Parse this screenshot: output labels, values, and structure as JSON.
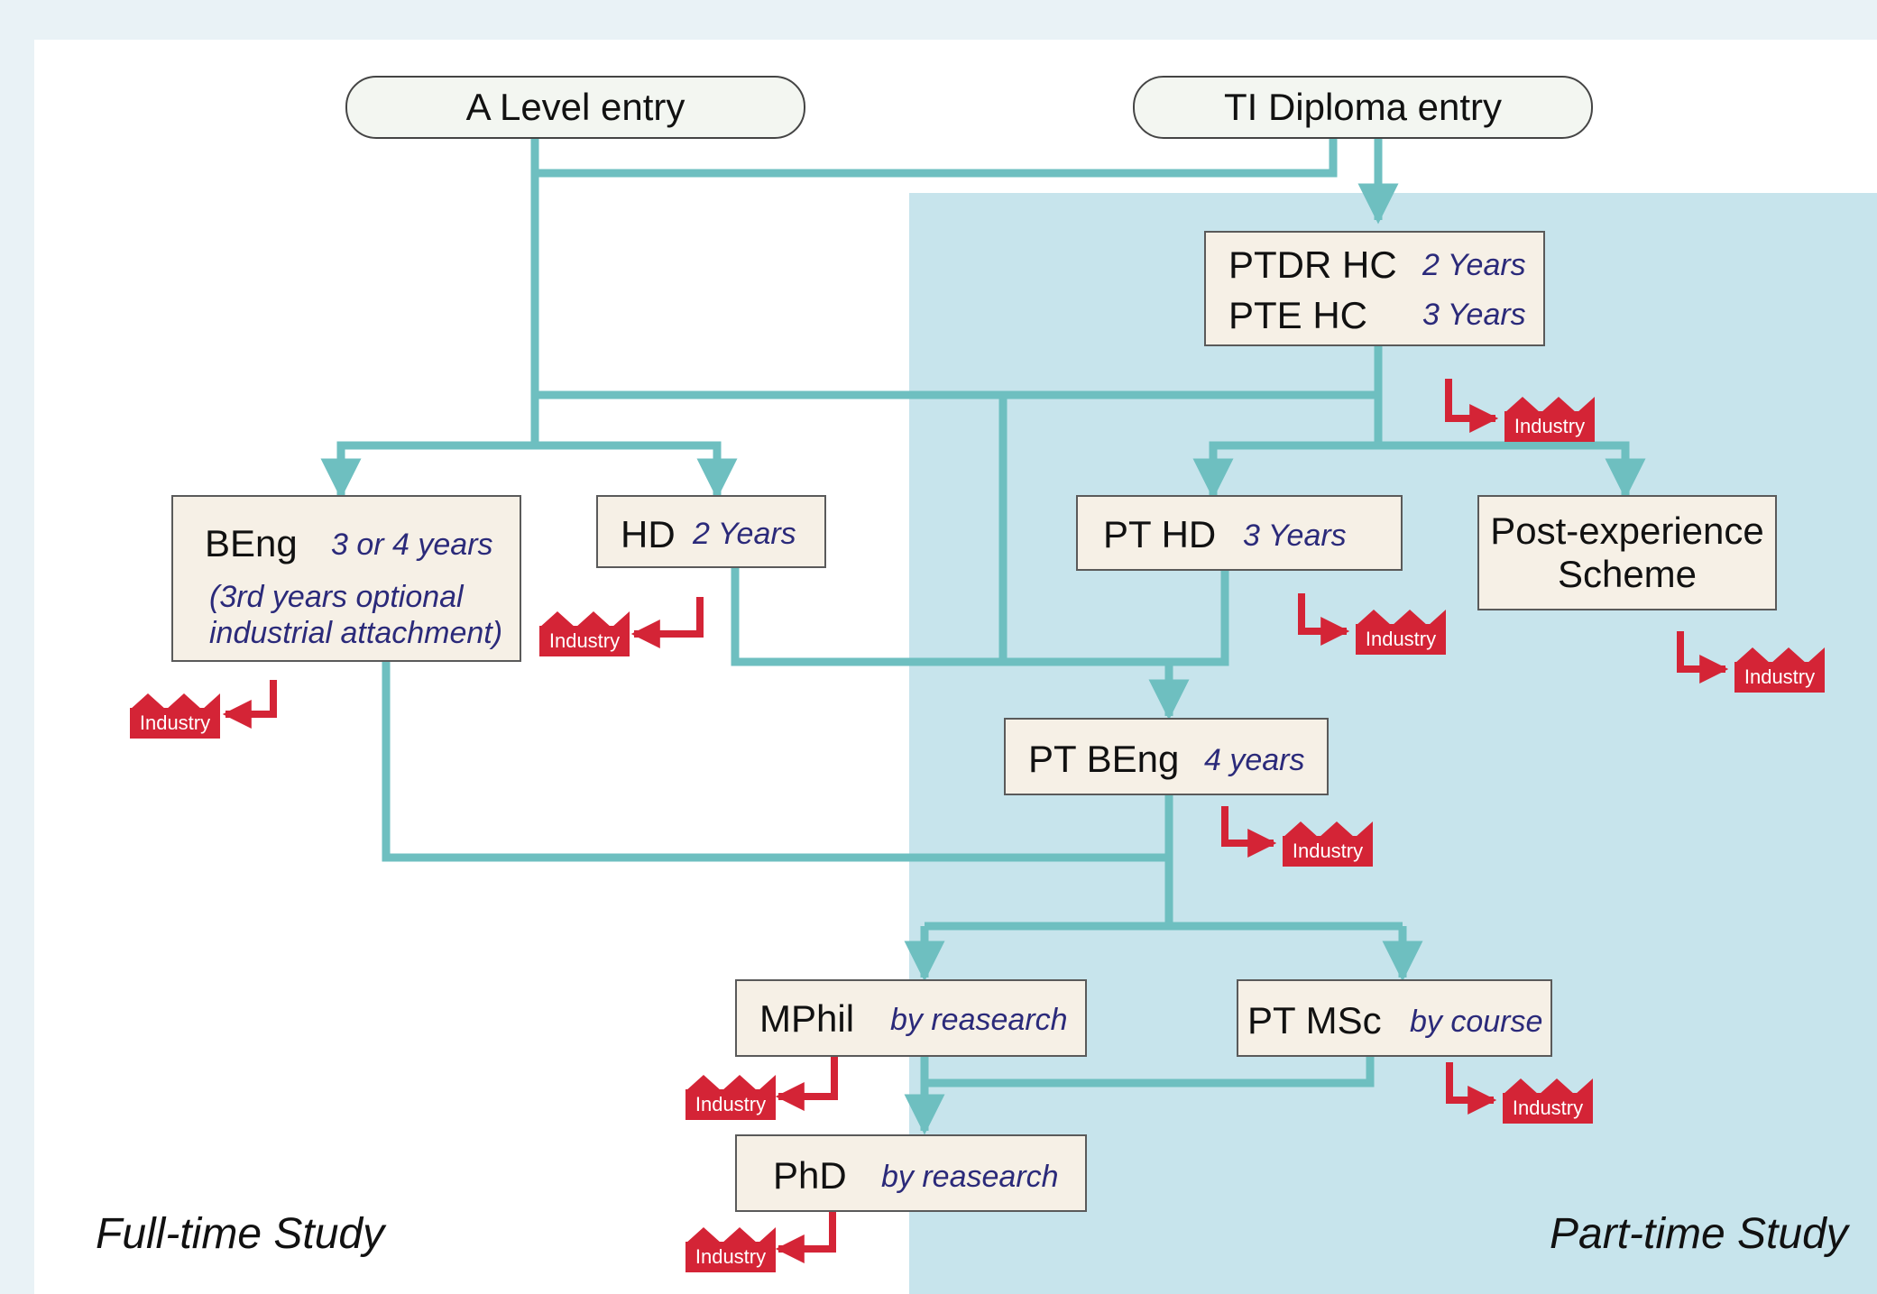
{
  "colors": {
    "connector": "#6ebfc0",
    "industry_arrow": "#d42436",
    "part_time_region": "#c7e4ec",
    "node_fill": "#f6f0e6",
    "duration_text": "#2b2a7a"
  },
  "entries": {
    "a_level": "A Level entry",
    "ti_diploma": "TI Diploma entry"
  },
  "nodes": {
    "ptdr_hc": {
      "title": "PTDR HC",
      "duration": "2 Years"
    },
    "pte_hc": {
      "title": "PTE HC",
      "duration": "3 Years"
    },
    "beng": {
      "title": "BEng",
      "duration": "3 or 4 years",
      "note_line1": "(3rd years optional",
      "note_line2": "industrial attachment)"
    },
    "hd": {
      "title": "HD",
      "duration": "2 Years"
    },
    "pt_hd": {
      "title": "PT HD",
      "duration": "3 Years"
    },
    "post_exp": {
      "line1": "Post-experience",
      "line2": "Scheme"
    },
    "pt_beng": {
      "title": "PT BEng",
      "duration": "4 years"
    },
    "mphil": {
      "title": "MPhil",
      "duration": "by reasearch"
    },
    "pt_msc": {
      "title": "PT MSc",
      "duration": "by course"
    },
    "phd": {
      "title": "PhD",
      "duration": "by reasearch"
    }
  },
  "industry_label": "Industry",
  "footer": {
    "full_time": "Full-time Study",
    "part_time": "Part-time Study"
  }
}
